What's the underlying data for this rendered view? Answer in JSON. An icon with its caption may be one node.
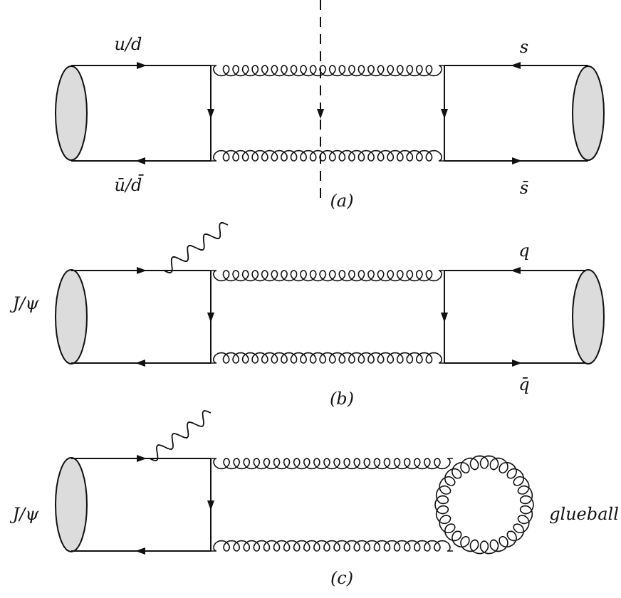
{
  "diagram": {
    "labels": [
      "u/d",
      "s",
      "ū/d̄",
      "s̄",
      "(a)",
      "J/ψ",
      "q",
      "q̄",
      "(b)",
      "J/ψ",
      "glueball",
      "(c)"
    ]
  }
}
